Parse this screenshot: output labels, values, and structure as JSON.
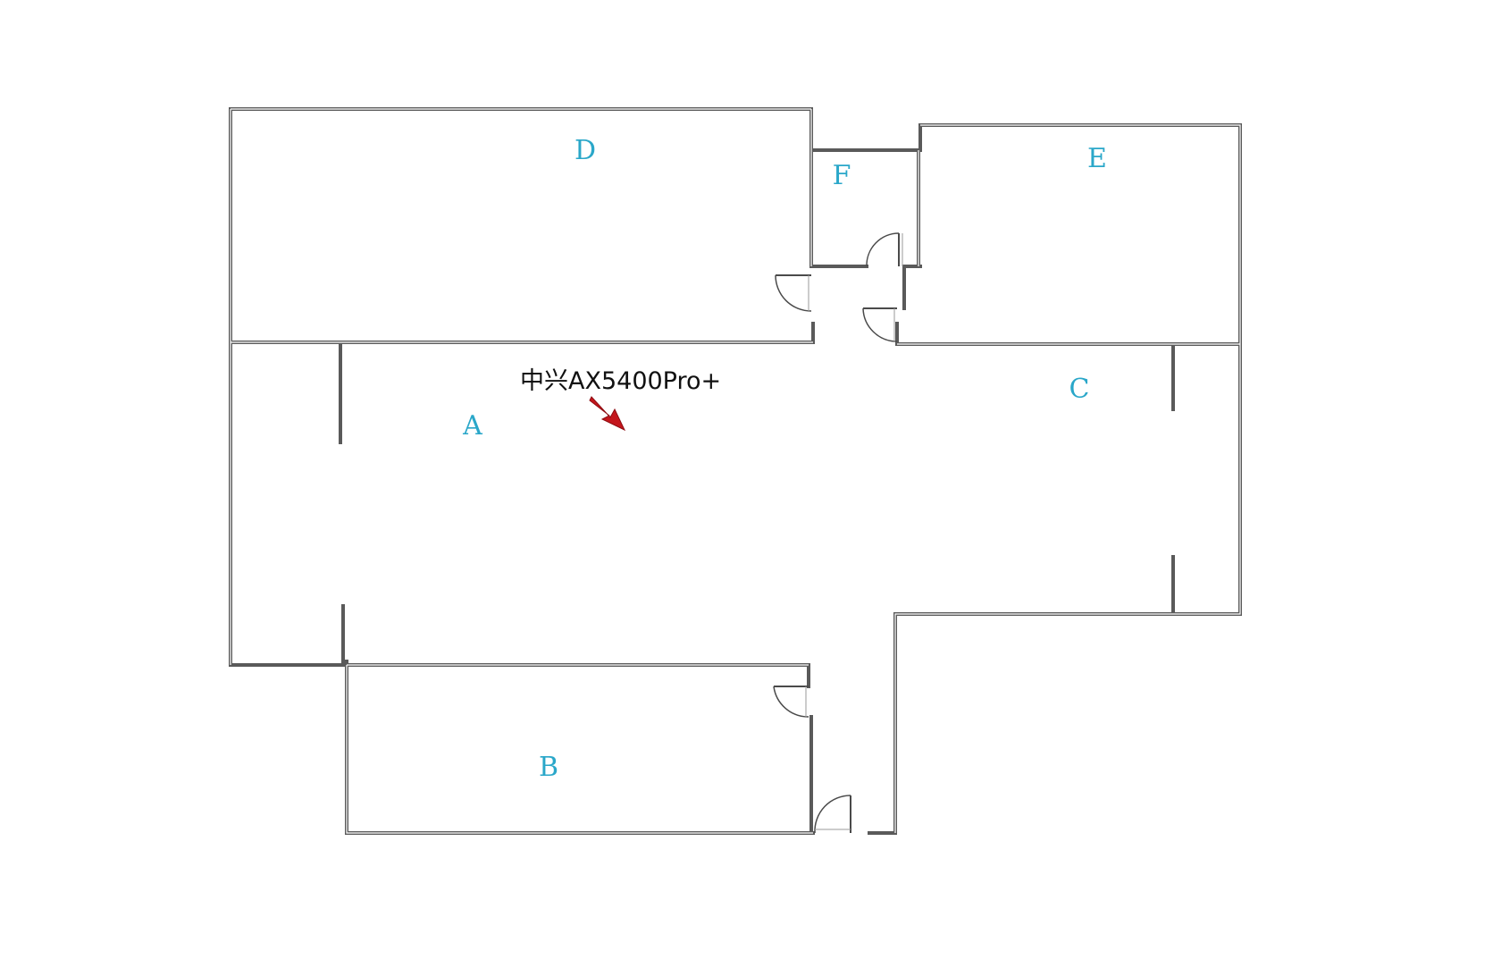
{
  "rooms": {
    "a": "A",
    "b": "B",
    "c": "C",
    "d": "D",
    "e": "E",
    "f": "F"
  },
  "router": {
    "label": "中兴AX5400Pro+"
  },
  "colors": {
    "wall": "#5a5a5a",
    "room_label": "#2aa7c9",
    "router_arrow": "#c4161c"
  }
}
